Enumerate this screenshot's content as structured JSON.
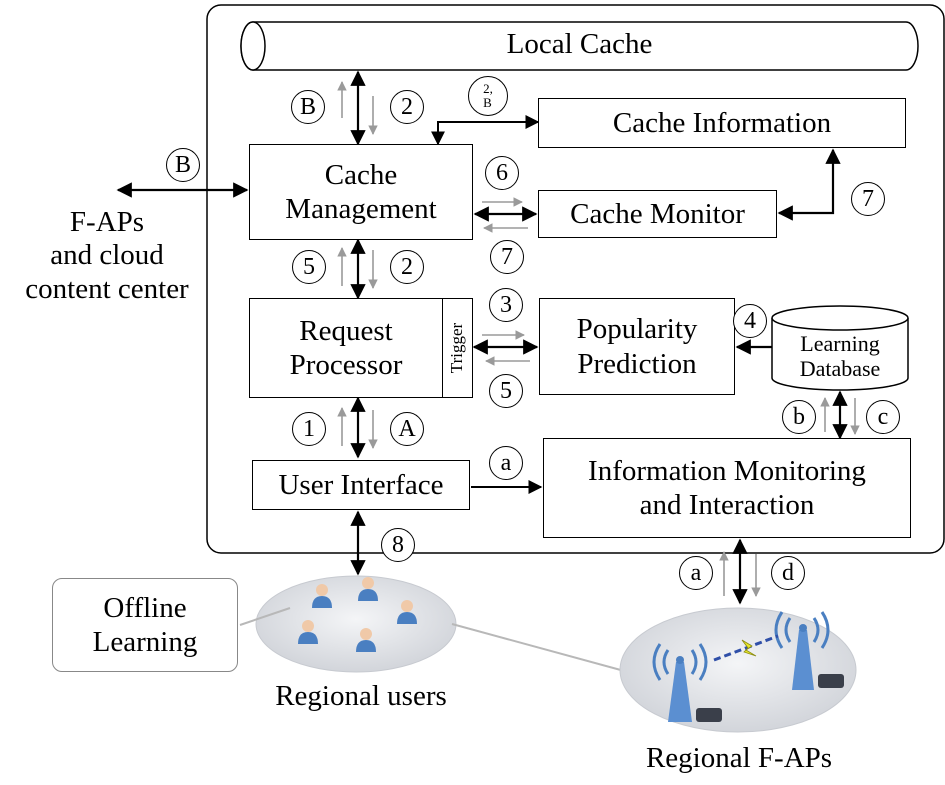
{
  "local_cache": {
    "label": "Local Cache"
  },
  "cache_information": {
    "label": "Cache Information"
  },
  "cache_management": {
    "label": "Cache\nManagement"
  },
  "cache_monitor": {
    "label": "Cache Monitor"
  },
  "request_processor": {
    "label": "Request\nProcessor",
    "trigger": "Trigger"
  },
  "popularity_prediction": {
    "label": "Popularity\nPrediction"
  },
  "learning_database": {
    "label": "Learning\nDatabase"
  },
  "user_interface": {
    "label": "User Interface"
  },
  "info_monitoring": {
    "label": "Information Monitoring\nand Interaction"
  },
  "fap_cloud": {
    "label": "F-APs\nand cloud\ncontent center"
  },
  "offline_learning": {
    "label": "Offline\nLearning"
  },
  "regional_users": {
    "label": "Regional users"
  },
  "regional_faps": {
    "label": "Regional F-APs"
  },
  "markers": {
    "b_left_cache": "B",
    "two_cache": "2",
    "two_b": "2,\nB",
    "b_external": "B",
    "six": "6",
    "seven_right": "7",
    "seven_bottom": "7",
    "five_mgmt": "5",
    "two_mgmt": "2",
    "three": "3",
    "four": "4",
    "five_req": "5",
    "one": "1",
    "a_upper": "A",
    "b_lower": "b",
    "c_lower": "c",
    "a_lower_ui": "a",
    "eight": "8",
    "a_faps": "a",
    "d_faps": "d"
  },
  "colors": {
    "line": "#000000",
    "gray_arrow": "#9a9a9a",
    "ellipse_fill": "#e2e4e8"
  }
}
